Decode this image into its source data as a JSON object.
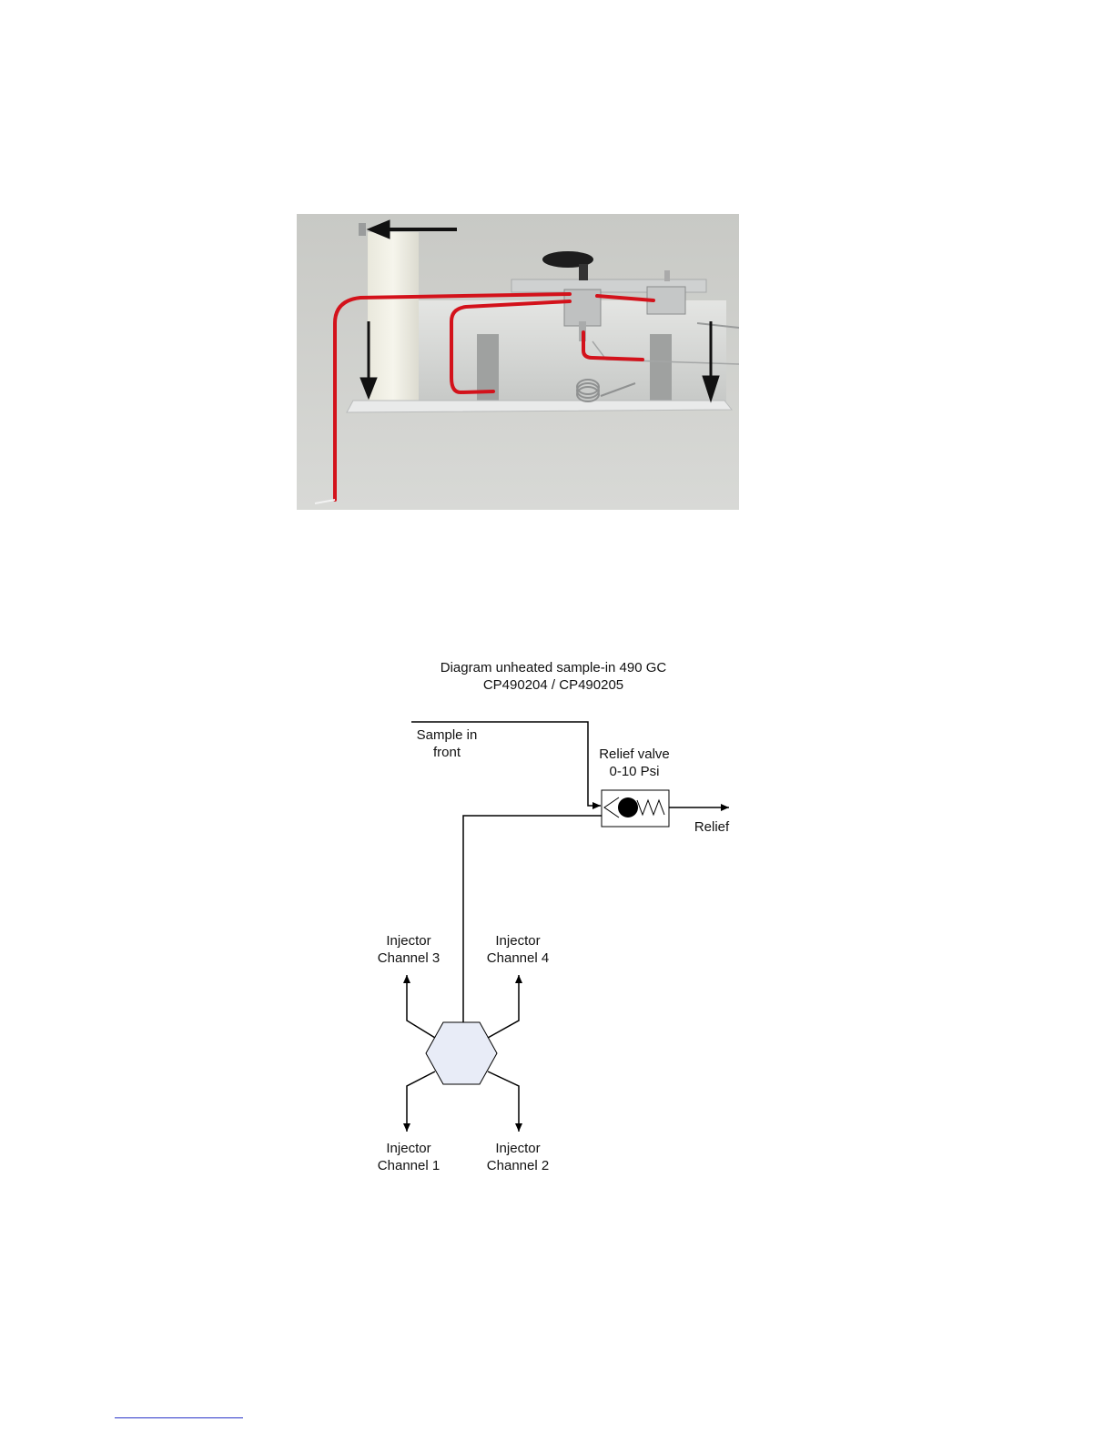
{
  "figure": {
    "photo_description_icon": "gc-sample-in-bracket-photo",
    "tubing_color": "#d3121b",
    "background_color": "#cfd0cc"
  },
  "diagram": {
    "title_line1": "Diagram unheated sample-in 490 GC",
    "title_line2": "CP490204 / CP490205",
    "sample_in_line1": "Sample in",
    "sample_in_line2": "front",
    "relief_valve_line1": "Relief valve",
    "relief_valve_line2": "0-10 Psi",
    "relief_label": "Relief",
    "injector_label": "Injector",
    "channel_3": "Channel 3",
    "channel_4": "Channel 4",
    "channel_1": "Channel 1",
    "channel_2": "Channel 2",
    "hex_fill": "#e8ecf7"
  }
}
